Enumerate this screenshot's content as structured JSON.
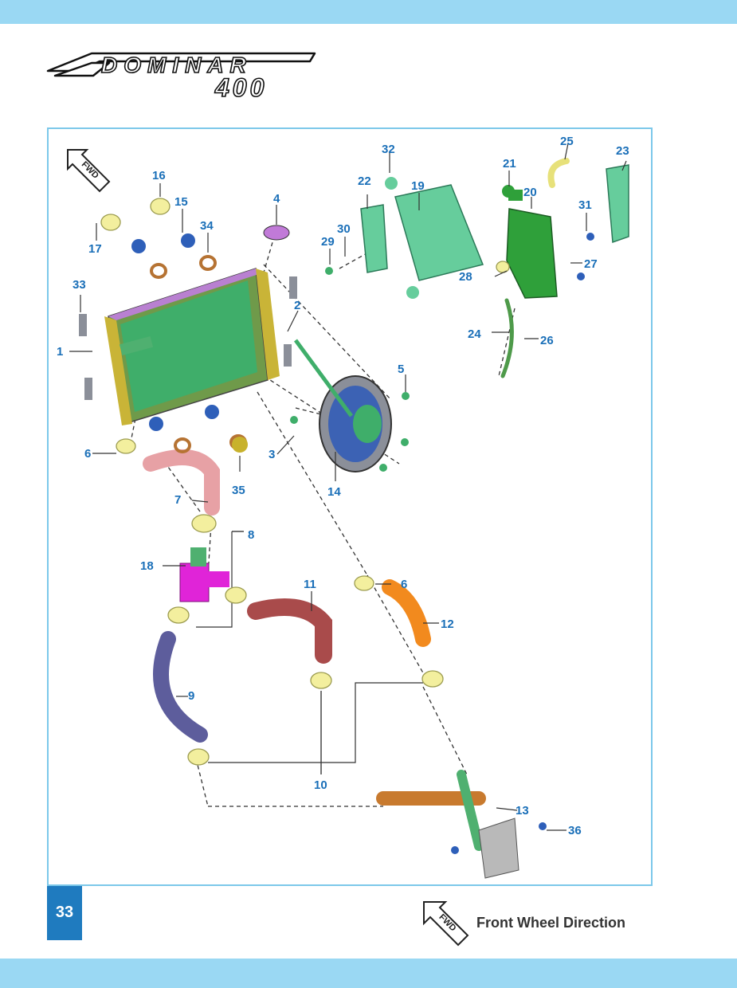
{
  "header": {
    "logo": {
      "icon": "dominar-400-logo",
      "wordmark": "DOMINAR",
      "model": "400"
    }
  },
  "diagram": {
    "fwd_badge": "FWD",
    "fwd_icon": "fwd-arrow-icon",
    "callouts": [
      {
        "num": "1"
      },
      {
        "num": "2"
      },
      {
        "num": "3"
      },
      {
        "num": "4"
      },
      {
        "num": "5"
      },
      {
        "num": "6"
      },
      {
        "num": "6"
      },
      {
        "num": "7"
      },
      {
        "num": "8"
      },
      {
        "num": "9"
      },
      {
        "num": "10"
      },
      {
        "num": "11"
      },
      {
        "num": "12"
      },
      {
        "num": "13"
      },
      {
        "num": "14"
      },
      {
        "num": "15"
      },
      {
        "num": "16"
      },
      {
        "num": "17"
      },
      {
        "num": "18"
      },
      {
        "num": "19"
      },
      {
        "num": "20"
      },
      {
        "num": "21"
      },
      {
        "num": "22"
      },
      {
        "num": "23"
      },
      {
        "num": "24"
      },
      {
        "num": "25"
      },
      {
        "num": "26"
      },
      {
        "num": "27"
      },
      {
        "num": "28"
      },
      {
        "num": "29"
      },
      {
        "num": "30"
      },
      {
        "num": "31"
      },
      {
        "num": "32"
      },
      {
        "num": "33"
      },
      {
        "num": "34"
      },
      {
        "num": "35"
      },
      {
        "num": "36"
      }
    ]
  },
  "footer": {
    "page_number": "33",
    "legend_badge": "FWD",
    "legend_icon": "fwd-arrow-icon",
    "legend_text": "Front Wheel  Direction"
  },
  "colors": {
    "band": "#9ad8f3",
    "frame_border": "#7cc8ea",
    "callout_text": "#1a6fb8",
    "page_box": "#1f7bbf"
  }
}
